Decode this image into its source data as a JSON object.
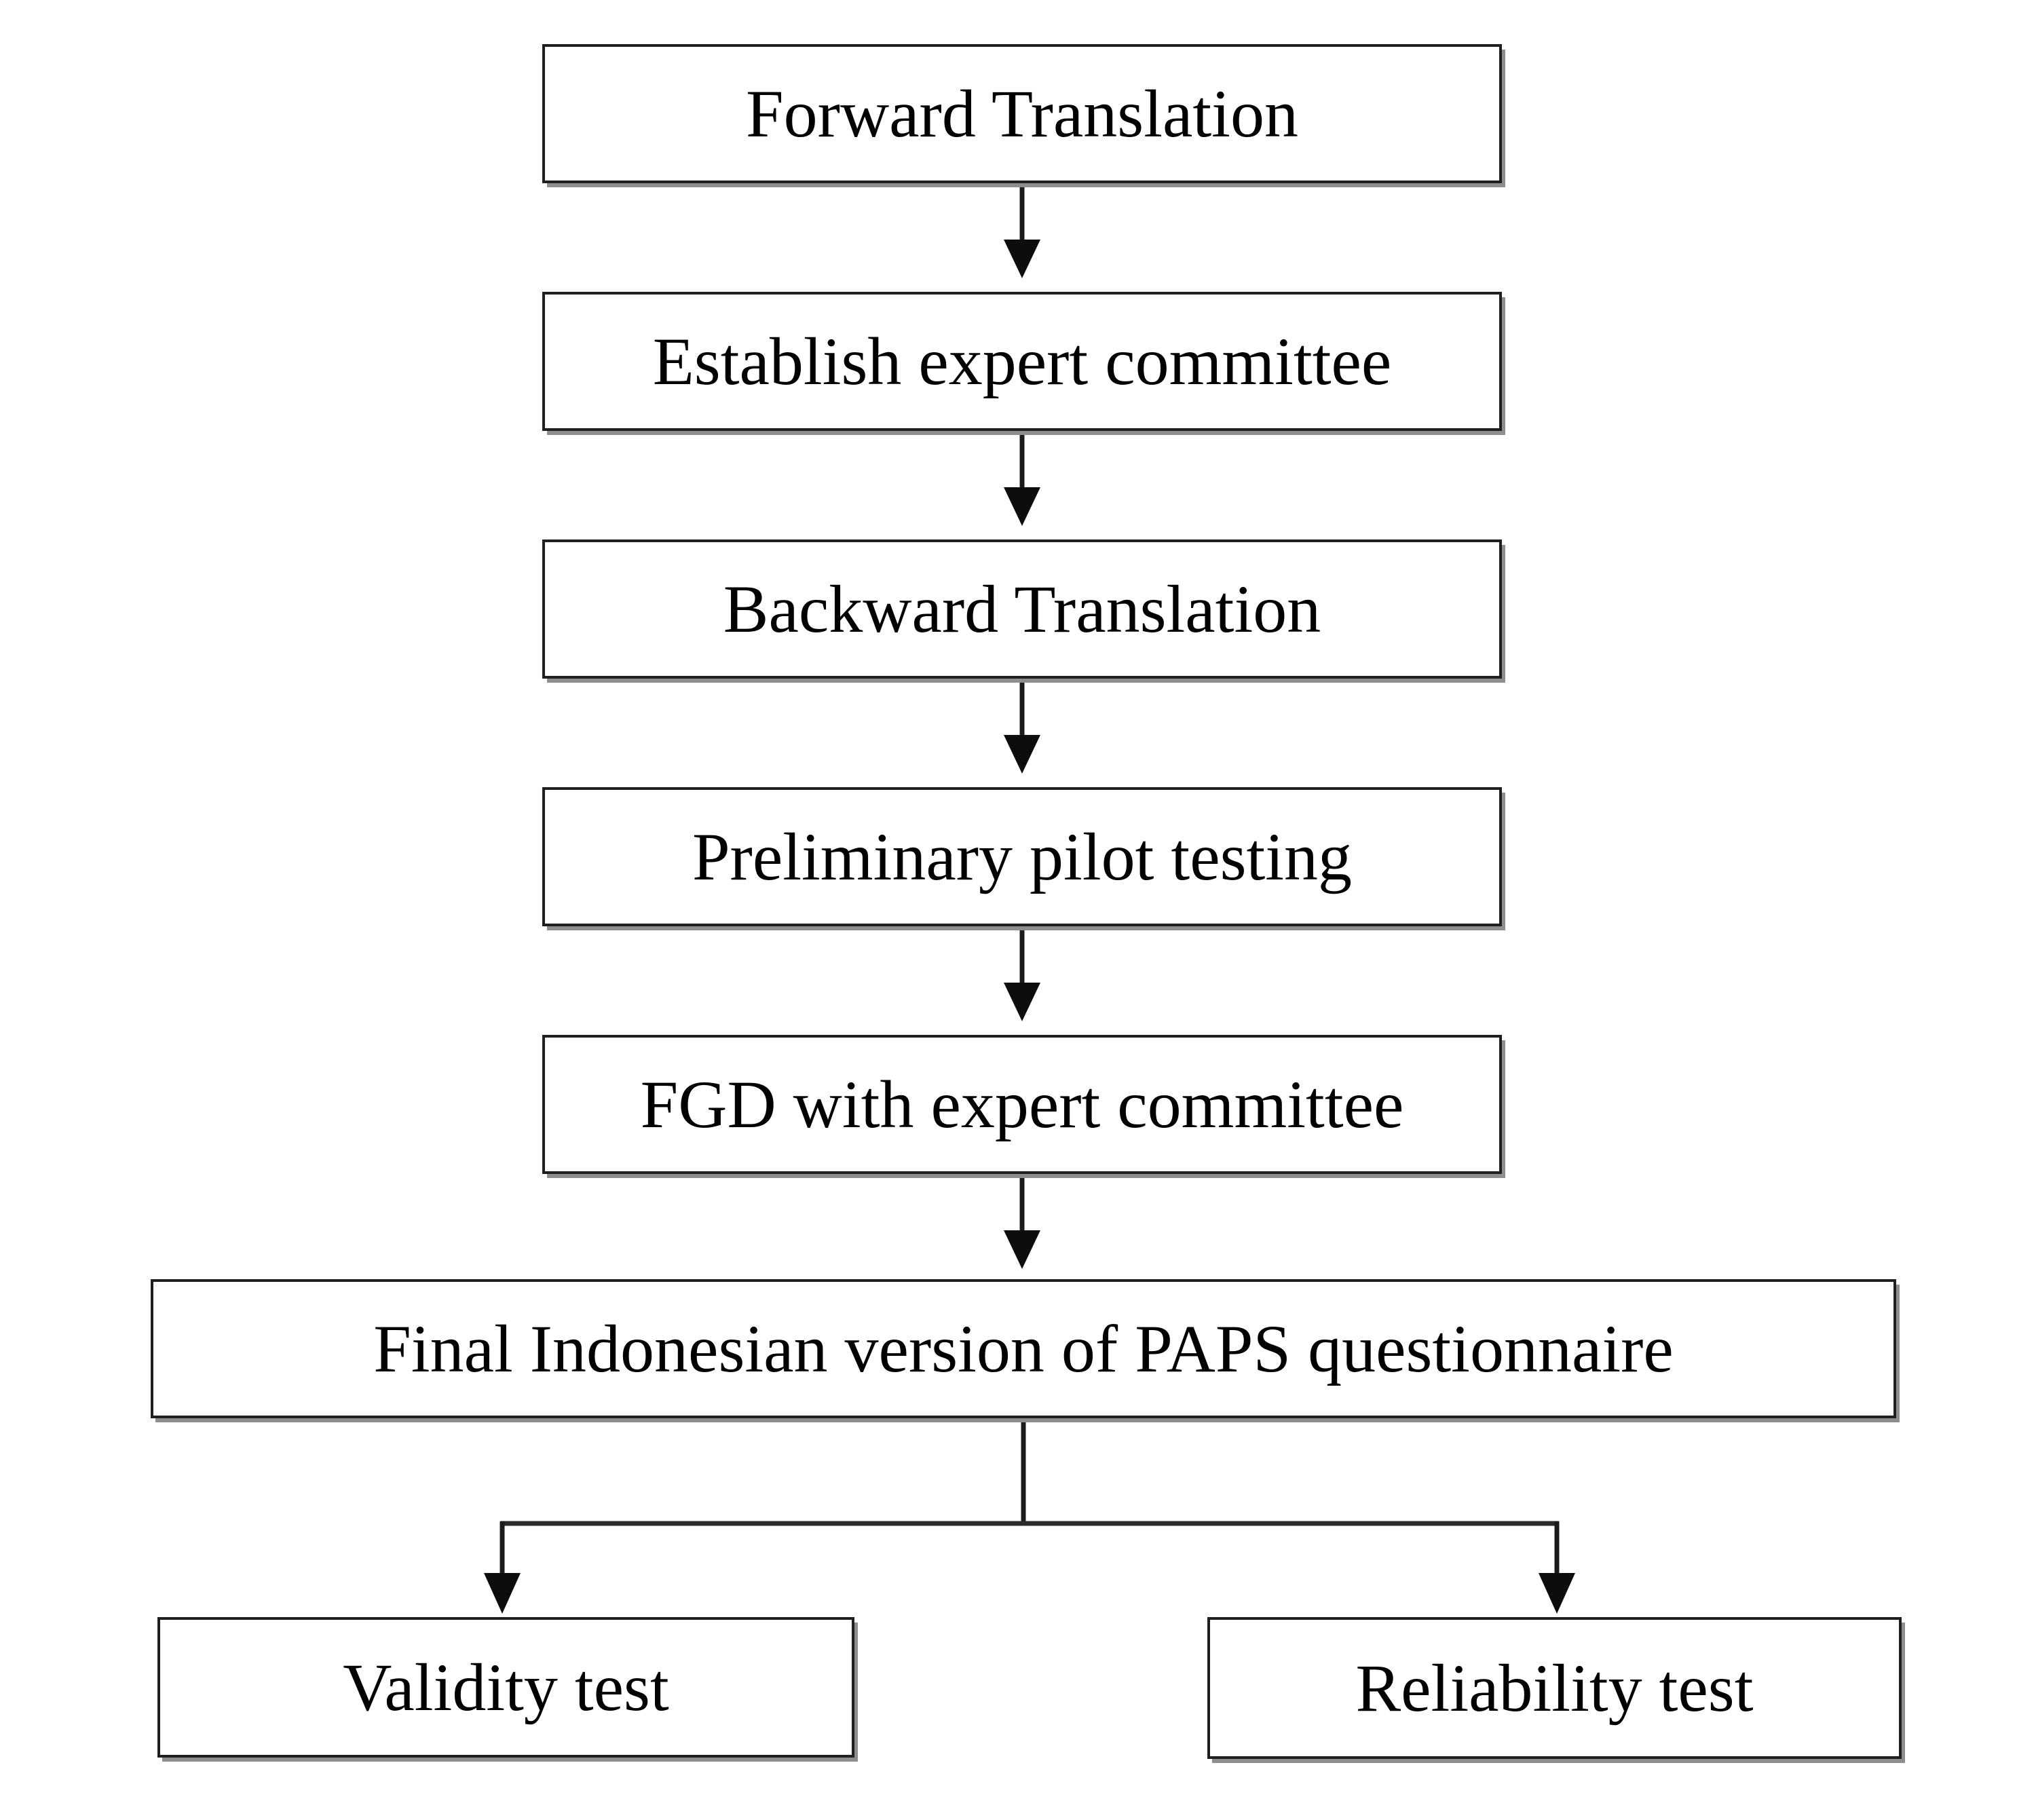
{
  "diagram_type": "flowchart",
  "colors": {
    "background": "#ffffff",
    "box_fill": "#ffffff",
    "box_border": "#1f1f1f",
    "box_shadow": "#8e8e8e",
    "arrow": "#0d0d0d",
    "text": "#000000"
  },
  "nodes": [
    {
      "id": "forward-translation",
      "label": "Forward Translation"
    },
    {
      "id": "establish-expert-committee",
      "label": "Establish expert committee"
    },
    {
      "id": "backward-translation",
      "label": "Backward Translation"
    },
    {
      "id": "preliminary-pilot-testing",
      "label": "Preliminary pilot testing"
    },
    {
      "id": "fgd-with-expert-committee",
      "label": "FGD with expert committee"
    },
    {
      "id": "final-indonesian-version",
      "label": "Final Indonesian version of PAPS questionnaire"
    },
    {
      "id": "validity-test",
      "label": "Validity test"
    },
    {
      "id": "reliability-test",
      "label": "Reliability test"
    }
  ],
  "edges": [
    {
      "from": "forward-translation",
      "to": "establish-expert-committee"
    },
    {
      "from": "establish-expert-committee",
      "to": "backward-translation"
    },
    {
      "from": "backward-translation",
      "to": "preliminary-pilot-testing"
    },
    {
      "from": "preliminary-pilot-testing",
      "to": "fgd-with-expert-committee"
    },
    {
      "from": "fgd-with-expert-committee",
      "to": "final-indonesian-version"
    },
    {
      "from": "final-indonesian-version",
      "to": "validity-test"
    },
    {
      "from": "final-indonesian-version",
      "to": "reliability-test"
    }
  ]
}
